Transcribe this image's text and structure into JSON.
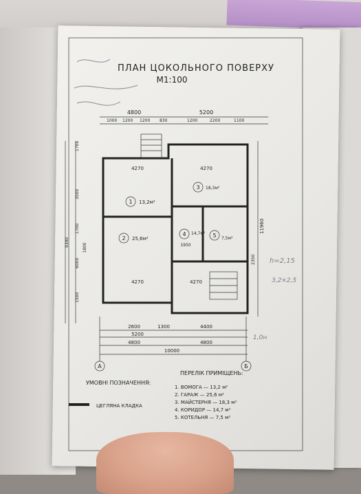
{
  "photo": {
    "subject": "Floor plan drawing on paper, photographed"
  },
  "plan": {
    "title": "ПЛАН ЦОКОЛЬНОГО ПОВЕРХУ",
    "scale": "M1:100",
    "top_dims": [
      "4800",
      "5200"
    ],
    "top_sub_dims": [
      "1000",
      "1200",
      "1200",
      "830",
      "1200",
      "2200",
      "1100"
    ],
    "bottom_dims": [
      "2600",
      "1300",
      "4400",
      "5200",
      "4800",
      "4800",
      "10000"
    ],
    "left_dims": [
      "1700",
      "3500",
      "1700",
      "9340",
      "6000",
      "1500"
    ],
    "right_dims": [
      "11960",
      "2350"
    ],
    "inner_dims": [
      "4270",
      "4270",
      "4270",
      "4270",
      "1950",
      "1800"
    ],
    "axis_labels": [
      "А",
      "Б"
    ],
    "room_labels": [
      {
        "num": "1",
        "area": "13,2м²"
      },
      {
        "num": "2",
        "area": "25,6м²"
      },
      {
        "num": "3",
        "area": "18,3м²"
      },
      {
        "num": "4",
        "area": "14,7м²"
      },
      {
        "num": "5",
        "area": "7,5м²"
      }
    ],
    "legend_title": "УМОВНІ ПОЗНАЧЕННЯ:",
    "legend_item": "ЦЕГЛЯНА КЛАДКА",
    "rooms_title": "ПЕРЕЛІК ПРИМІЩЕНЬ:",
    "rooms": [
      "1. ВОМОГА — 13,2 м²",
      "2. ГАРАЖ — 25,6 м²",
      "3. МАЙСТЕРНЯ — 18,3 м²",
      "4. КОРИДОР — 14,7 м²",
      "5. КОТЕЛЬНЯ — 7,5 м²"
    ],
    "pencil_notes": [
      "h=2,15",
      "3,2×2,5",
      "1,0н"
    ]
  }
}
